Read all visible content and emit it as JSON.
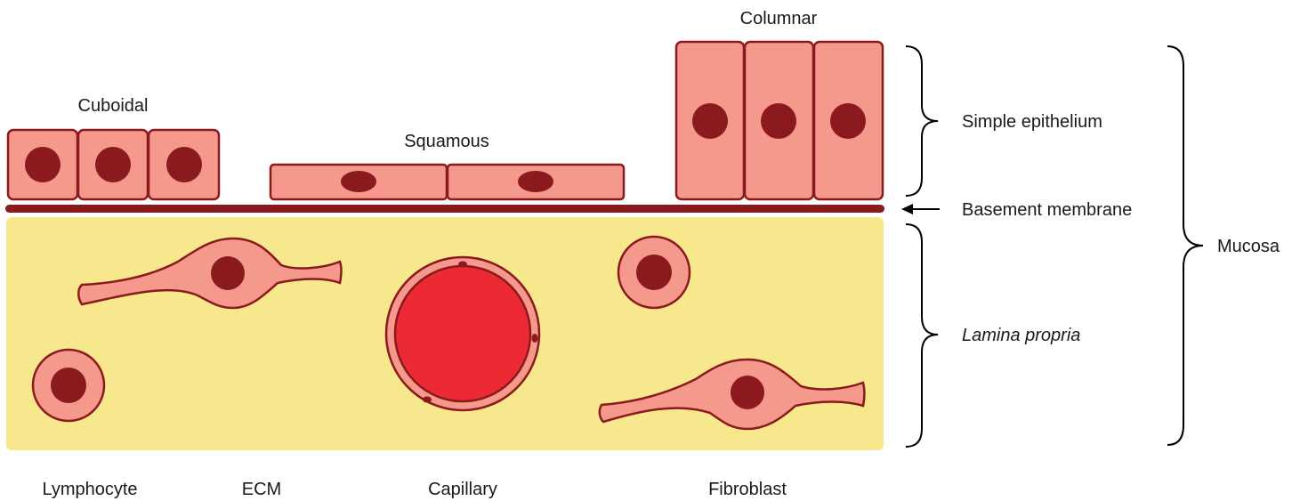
{
  "colors": {
    "cell_fill": "#f4998c",
    "cell_outline": "#8b1a1e",
    "nucleus": "#8b1a1e",
    "basement_membrane": "#8b1a1e",
    "lamina_propria": "#f7e88e",
    "capillary_lumen": "#ec2a33"
  },
  "epithelium_labels": {
    "cuboidal": "Cuboidal",
    "squamous": "Squamous",
    "columnar": "Columnar"
  },
  "layer_labels": {
    "simple_epithelium": "Simple epithelium",
    "basement_membrane": "Basement membrane",
    "lamina_propria": "Lamina propria",
    "mucosa": "Mucosa"
  },
  "cell_labels": {
    "lymphocyte": "Lymphocyte",
    "ecm": "ECM",
    "capillary": "Capillary",
    "fibroblast": "Fibroblast"
  },
  "icons": {
    "arrow": "left-arrow-icon",
    "brace": "right-curly-brace-icon"
  }
}
